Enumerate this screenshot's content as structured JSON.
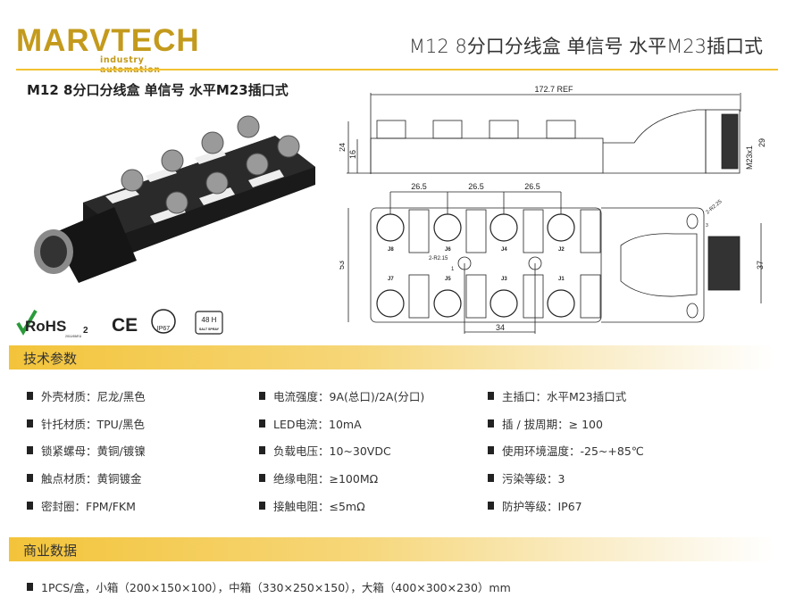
{
  "logo": {
    "brand": "MARVTECH",
    "tagline": "industry automation"
  },
  "header": {
    "title": "M12 8分口分线盒 单信号 水平M23插口式"
  },
  "product": {
    "subtitle": "M12 8分口分线盒 单信号 水平M23插口式"
  },
  "drawing": {
    "overall_length": "172.7 REF",
    "height_24": "24",
    "height_16": "16",
    "height_29": "29",
    "thread": "M23x1",
    "pitch": [
      "26.5",
      "26.5",
      "26.5"
    ],
    "width_53": "53",
    "width_37": "37",
    "spacing_34": "34",
    "radius_small": "2-R2.15",
    "radius_large": "2-R2.25",
    "mark_1": "1",
    "mark_3": "3",
    "ports_top": [
      "J8",
      "J6",
      "J4",
      "J2"
    ],
    "ports_bottom": [
      "J7",
      "J5",
      "J3",
      "J1"
    ]
  },
  "certifications": {
    "rohs": "RoHS",
    "rohs_sub": "2",
    "rohs_note": "2011/65/EU",
    "ce": "CE",
    "ip": "IP67",
    "salt_hours": "48 H",
    "salt_label": "SALT SPRAY"
  },
  "sections": {
    "tech": "技术参数",
    "business": "商业数据"
  },
  "specs": [
    [
      "外壳材质：尼龙/黑色",
      "电流强度：9A(总口)/2A(分口)",
      "主插口：水平M23插口式"
    ],
    [
      "针托材质：TPU/黑色",
      "LED电流：10mA",
      "插 / 拔周期：≥ 100"
    ],
    [
      "锁紧螺母：黄铜/镀镍",
      "负载电压：10~30VDC",
      "使用环境温度：-25~+85℃"
    ],
    [
      "触点材质：黄铜镀金",
      "绝缘电阻：≥100MΩ",
      "污染等级：3"
    ],
    [
      "密封圈：FPM/FKM",
      "接触电阻：≤5mΩ",
      "防护等级：IP67"
    ]
  ],
  "business": {
    "packaging": "1PCS/盒，小箱（200×150×100），中箱（330×250×150），大箱（400×300×230）mm"
  },
  "colors": {
    "gold": "#c49a1c",
    "bar": "#f3c43a"
  }
}
